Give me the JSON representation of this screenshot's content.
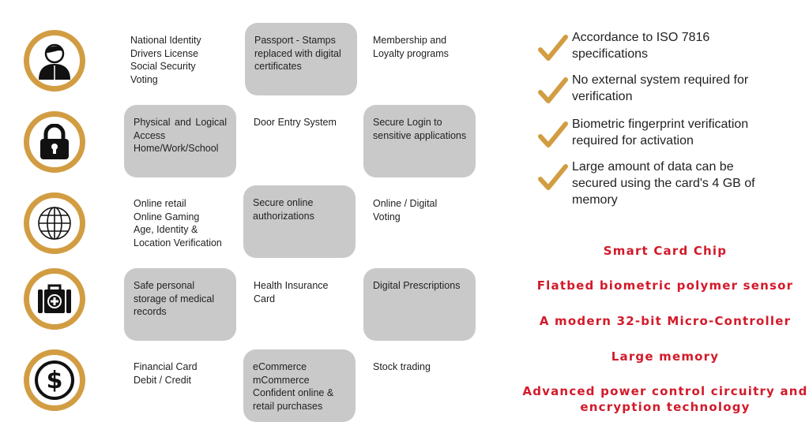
{
  "accent_color": "#d29d42",
  "feature_color": "#d21a2a",
  "rows": [
    {
      "icon": "person-icon",
      "cells": [
        {
          "boxed": false,
          "lines": [
            "National Identity",
            "Drivers License",
            "Social Security",
            "Voting"
          ]
        },
        {
          "boxed": true,
          "lines": [
            "Passport - Stamps",
            "replaced with digital",
            "certificates"
          ]
        },
        {
          "boxed": false,
          "lines": [
            "Membership and",
            "Loyalty programs"
          ]
        }
      ]
    },
    {
      "icon": "lock-icon",
      "cells": [
        {
          "boxed": true,
          "lines": [
            "Physical and Logical",
            "Access",
            "Home/Work/School"
          ]
        },
        {
          "boxed": false,
          "lines": [
            "Door Entry System"
          ]
        },
        {
          "boxed": true,
          "lines": [
            "Secure Login to",
            "sensitive applications"
          ]
        }
      ]
    },
    {
      "icon": "globe-icon",
      "cells": [
        {
          "boxed": false,
          "lines": [
            "Online retail",
            "Online Gaming",
            "Age, Identity &",
            "Location Verification"
          ]
        },
        {
          "boxed": true,
          "lines": [
            "Secure online",
            "authorizations"
          ]
        },
        {
          "boxed": false,
          "lines": [
            "Online / Digital",
            "Voting"
          ]
        }
      ]
    },
    {
      "icon": "medical-kit-icon",
      "cells": [
        {
          "boxed": true,
          "lines": [
            "Safe personal",
            "storage of medical",
            "records"
          ]
        },
        {
          "boxed": false,
          "lines": [
            "Health Insurance",
            "Card"
          ]
        },
        {
          "boxed": true,
          "lines": [
            "Digital Prescriptions"
          ]
        }
      ]
    },
    {
      "icon": "dollar-coin-icon",
      "cells": [
        {
          "boxed": false,
          "lines": [
            "Financial Card",
            "Debit / Credit"
          ]
        },
        {
          "boxed": true,
          "lines": [
            "eCommerce",
            "mCommerce",
            "Confident online &",
            "retail purchases"
          ]
        },
        {
          "boxed": false,
          "lines": [
            "Stock trading"
          ]
        }
      ]
    }
  ],
  "checklist": [
    {
      "icon": "checkmark-icon",
      "lines": [
        "Accordance to ISO 7816",
        "specifications"
      ]
    },
    {
      "icon": "checkmark-icon",
      "lines": [
        "No external system required for",
        "verification"
      ]
    },
    {
      "icon": "checkmark-icon",
      "lines": [
        "Biometric fingerprint verification",
        "required for activation"
      ]
    },
    {
      "icon": "checkmark-icon",
      "lines": [
        "Large amount of data can be",
        "secured using the card's 4 GB of",
        "memory"
      ]
    }
  ],
  "features": [
    {
      "lines": [
        "Smart Card Chip"
      ]
    },
    {
      "lines": [
        "Flatbed biometric polymer sensor"
      ]
    },
    {
      "lines": [
        "A modern 32-bit Micro-Controller"
      ]
    },
    {
      "lines": [
        "Large memory"
      ]
    },
    {
      "lines": [
        "Advanced power control circuitry and",
        "encryption technology"
      ]
    }
  ]
}
